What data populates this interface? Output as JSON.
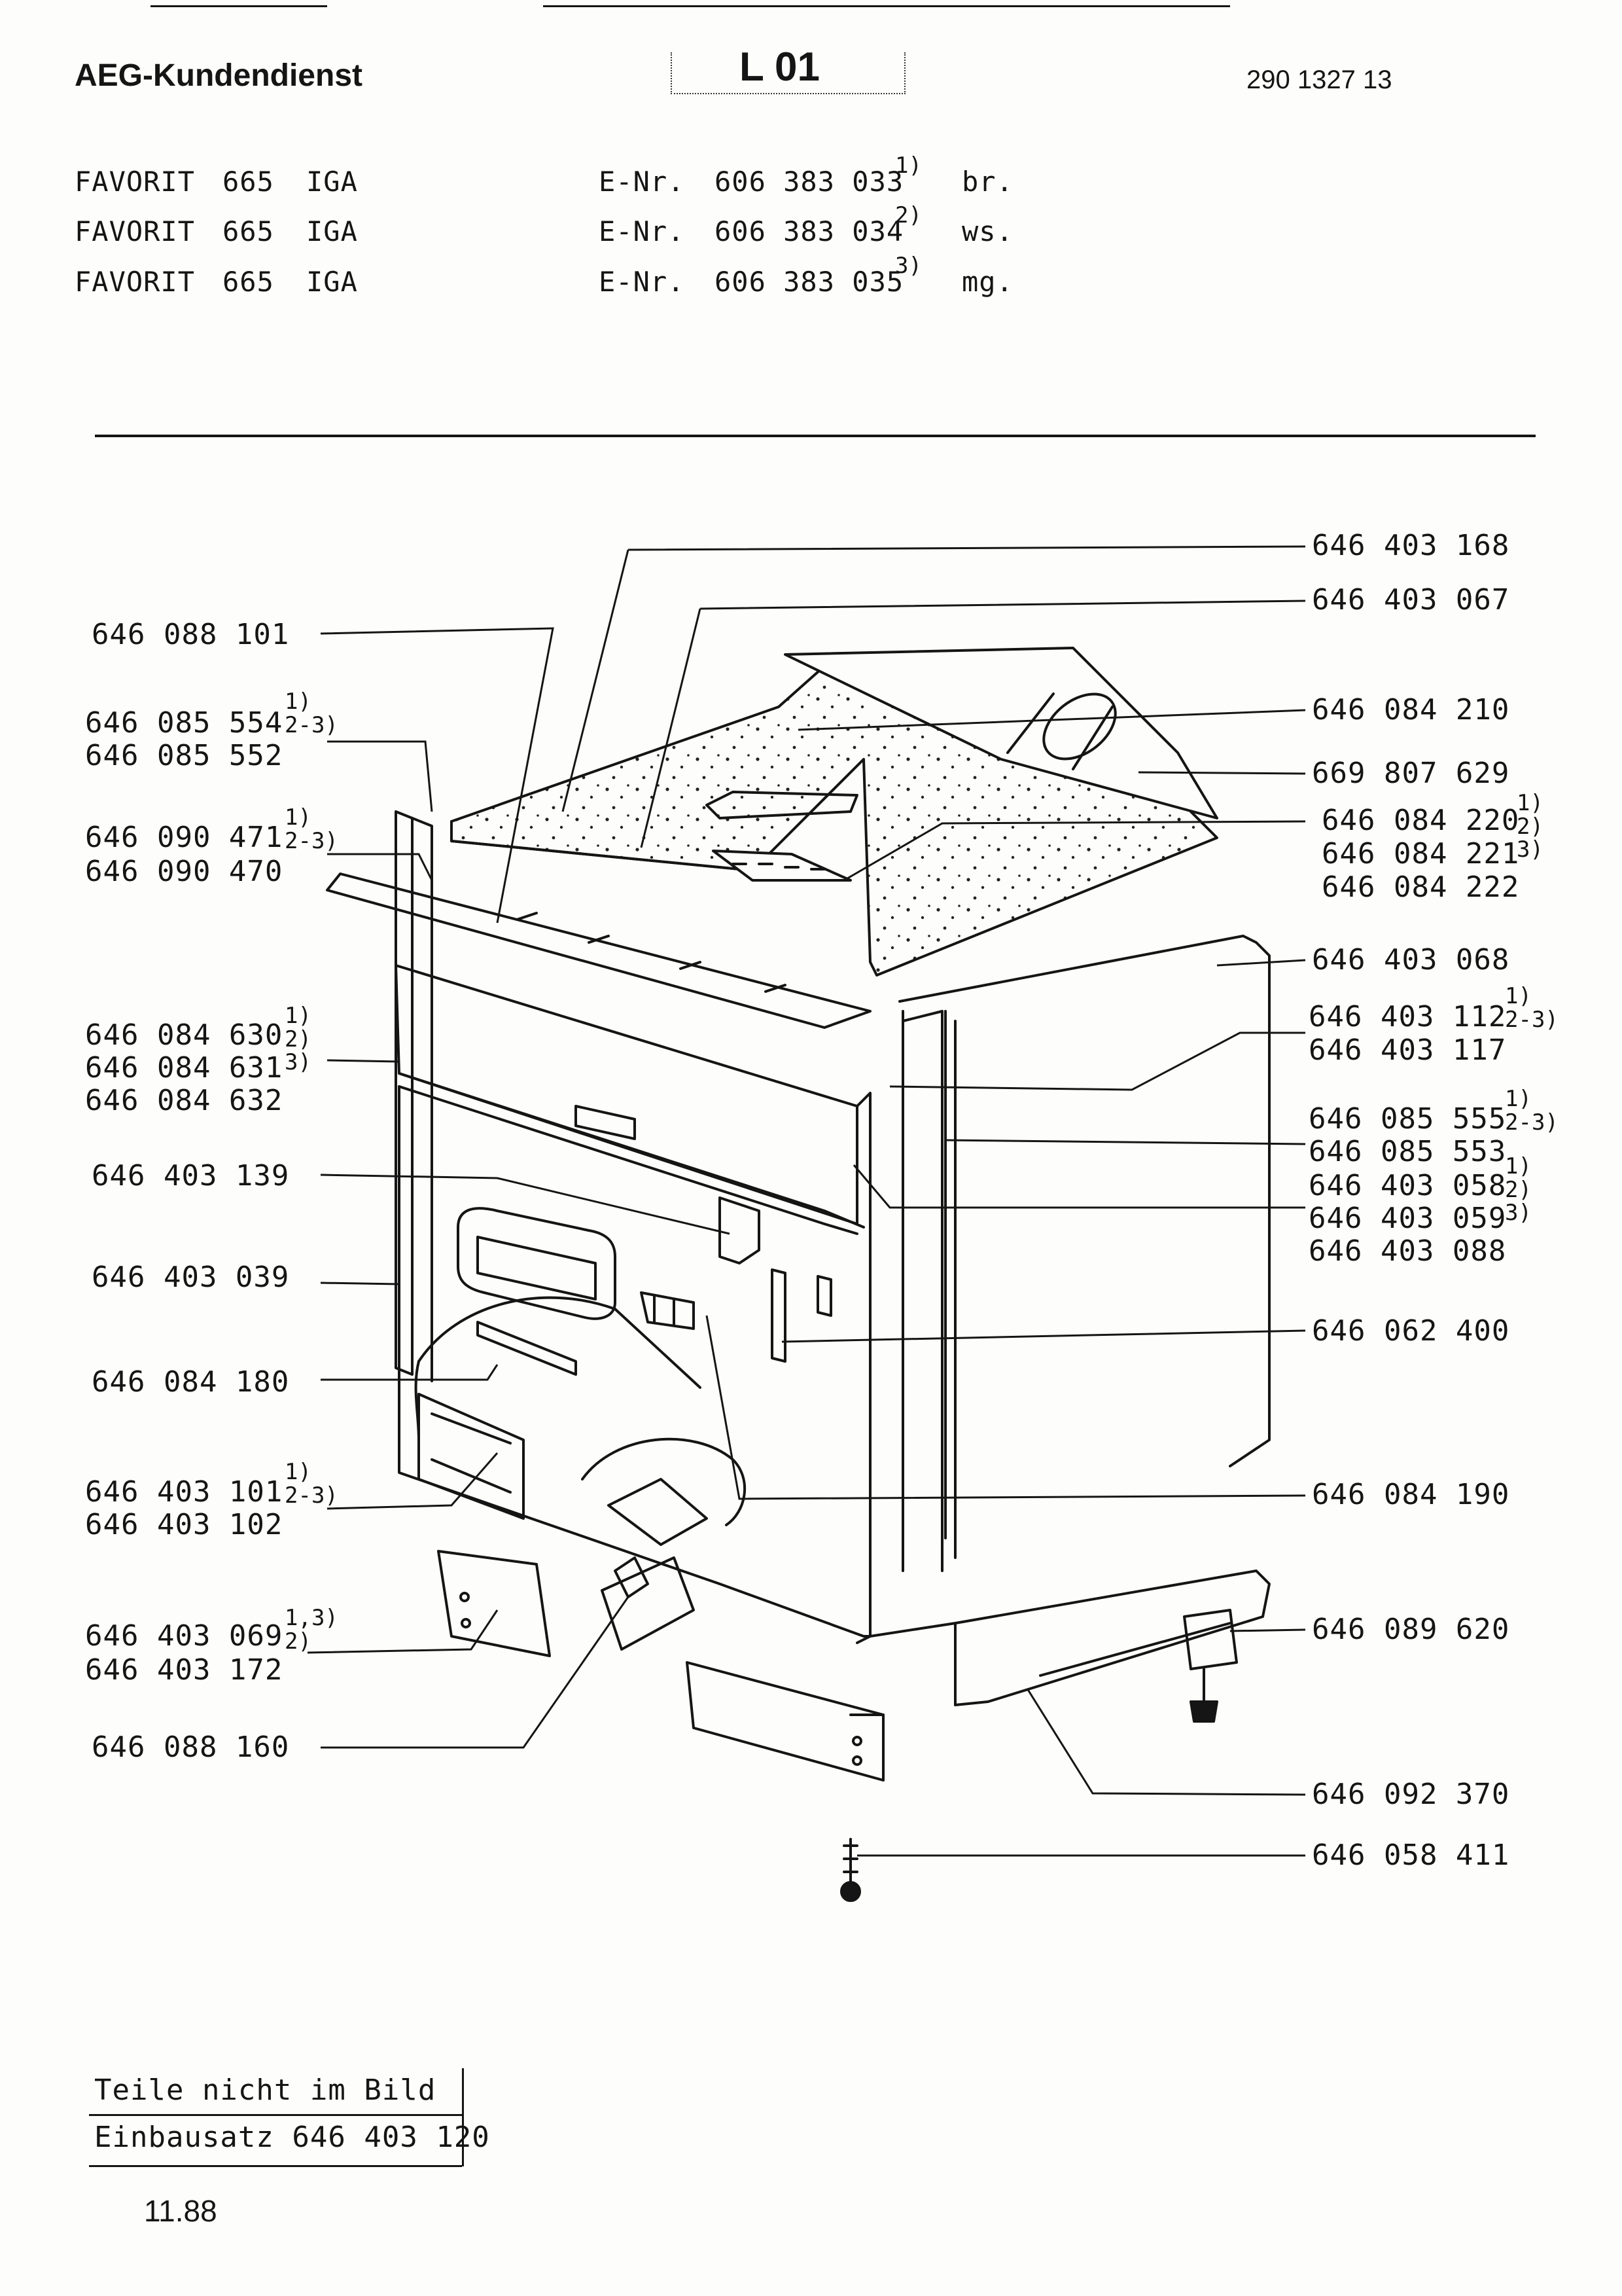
{
  "header": {
    "brand": "AEG-Kundendienst",
    "sheet": "L 01",
    "doc_number": "290 1327 13"
  },
  "models": [
    {
      "name": "FAVORIT",
      "series": "665",
      "variant": "IGA",
      "enr_label": "E-Nr.",
      "enr": "606 383 033",
      "note": "1)",
      "color": "br."
    },
    {
      "name": "FAVORIT",
      "series": "665",
      "variant": "IGA",
      "enr_label": "E-Nr.",
      "enr": "606 383 034",
      "note": "2)",
      "color": "ws."
    },
    {
      "name": "FAVORIT",
      "series": "665",
      "variant": "IGA",
      "enr_label": "E-Nr.",
      "enr": "606 383 035",
      "note": "3)",
      "color": "mg."
    }
  ],
  "labels_left": [
    {
      "id": "l1",
      "parts": [
        "646 088 101"
      ],
      "notes": ""
    },
    {
      "id": "l2",
      "parts": [
        "646 085 554",
        "646 085 552"
      ],
      "notes": "1)\n2-3)"
    },
    {
      "id": "l3",
      "parts": [
        "646 090 471",
        "646 090 470"
      ],
      "notes": "1)\n2-3)"
    },
    {
      "id": "l4",
      "parts": [
        "646 084 630",
        "646 084 631",
        "646 084 632"
      ],
      "notes": "1)\n2)\n3)"
    },
    {
      "id": "l5",
      "parts": [
        "646 403 139"
      ],
      "notes": ""
    },
    {
      "id": "l6",
      "parts": [
        "646 403 039"
      ],
      "notes": ""
    },
    {
      "id": "l7",
      "parts": [
        "646 084 180"
      ],
      "notes": ""
    },
    {
      "id": "l8",
      "parts": [
        "646 403 101",
        "646 403 102"
      ],
      "notes": "1)\n2-3)"
    },
    {
      "id": "l9",
      "parts": [
        "646 403 069",
        "646 403 172"
      ],
      "notes": "1,3)\n2)"
    },
    {
      "id": "l10",
      "parts": [
        "646 088 160"
      ],
      "notes": ""
    }
  ],
  "labels_right": [
    {
      "id": "r1",
      "parts": [
        "646 403 168"
      ],
      "notes": ""
    },
    {
      "id": "r2",
      "parts": [
        "646 403 067"
      ],
      "notes": ""
    },
    {
      "id": "r3",
      "parts": [
        "646 084 210"
      ],
      "notes": ""
    },
    {
      "id": "r4",
      "parts": [
        "669 807 629"
      ],
      "notes": ""
    },
    {
      "id": "r5",
      "parts": [
        "646 084 220",
        "646 084 221",
        "646 084 222"
      ],
      "notes": "1)\n2)\n3)"
    },
    {
      "id": "r6",
      "parts": [
        "646 403 068"
      ],
      "notes": ""
    },
    {
      "id": "r7",
      "parts": [
        "646 403 112",
        "646 403 117"
      ],
      "notes": "1)\n2-3)"
    },
    {
      "id": "r8",
      "parts": [
        "646 085 555",
        "646 085 553"
      ],
      "notes": "1)\n2-3)"
    },
    {
      "id": "r9",
      "parts": [
        "646 403 058",
        "646 403 059",
        "646 403 088"
      ],
      "notes": "1)\n2)\n3)"
    },
    {
      "id": "r10",
      "parts": [
        "646 062 400"
      ],
      "notes": ""
    },
    {
      "id": "r11",
      "parts": [
        "646 084 190"
      ],
      "notes": ""
    },
    {
      "id": "r12",
      "parts": [
        "646 089 620"
      ],
      "notes": ""
    },
    {
      "id": "r13",
      "parts": [
        "646 092 370"
      ],
      "notes": ""
    },
    {
      "id": "r14",
      "parts": [
        "646 058 411"
      ],
      "notes": ""
    }
  ],
  "notes_box": {
    "line1": "Teile nicht im Bild",
    "line2": "Einbausatz 646 403 120"
  },
  "footer_date": "11.88"
}
